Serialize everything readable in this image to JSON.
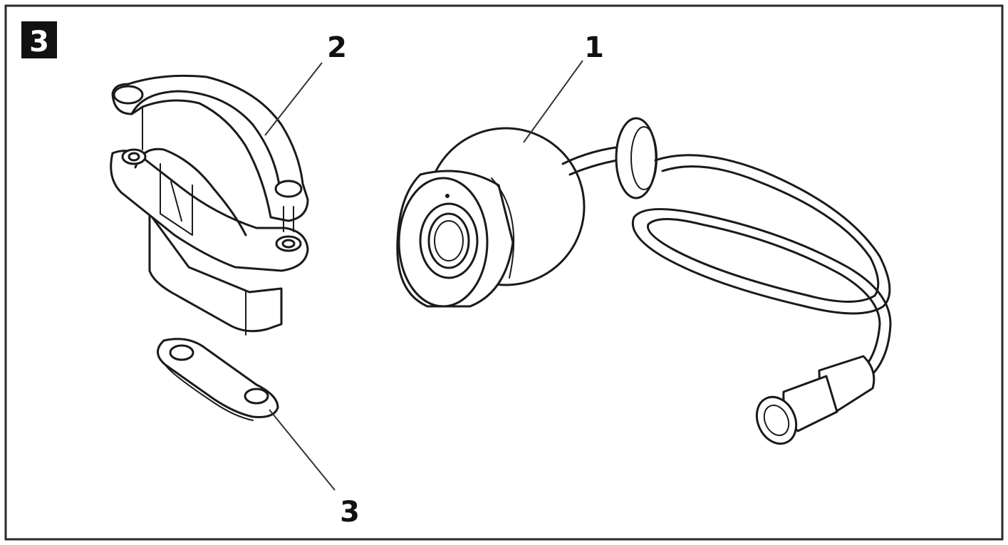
{
  "figure": {
    "badge": "3",
    "callouts": [
      {
        "id": "camera",
        "label": "1"
      },
      {
        "id": "clamp",
        "label": "2"
      },
      {
        "id": "plate",
        "label": "3"
      }
    ]
  },
  "colors": {
    "line": "#1a1a1a",
    "badge_bg": "#111111",
    "badge_text": "#ffffff",
    "background": "#ffffff"
  }
}
